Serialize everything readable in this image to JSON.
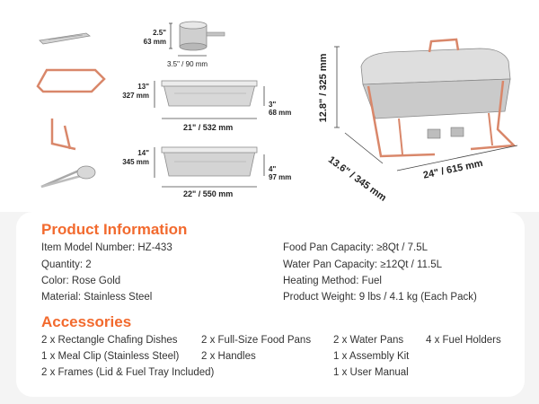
{
  "dimensions": {
    "cup": {
      "height": "2.5\"",
      "height_mm": "63 mm",
      "diameter": "3.5\" / 90 mm"
    },
    "shallow_pan": {
      "height": "13\"",
      "height_mm": "327 mm",
      "width": "21\" / 532 mm",
      "depth": "3\"",
      "depth_mm": "68 mm"
    },
    "deep_pan": {
      "height": "14\"",
      "height_mm": "345 mm",
      "width": "22\" / 550 mm",
      "depth": "4\"",
      "depth_mm": "97 mm"
    },
    "chafer": {
      "height": "12.8\" / 325 mm",
      "depth": "13.6\" / 345 mm",
      "width": "24\" / 615 mm"
    }
  },
  "product_info": {
    "title": "Product Information",
    "left": [
      "Item Model Number: HZ-433",
      "Quantity: 2",
      "Color: Rose Gold",
      "Material: Stainless Steel"
    ],
    "right": [
      "Food Pan Capacity: ≥8Qt / 7.5L",
      "Water Pan Capacity: ≥12Qt / 11.5L",
      "Heating Method: Fuel",
      "Product Weight: 9 lbs / 4.1 kg (Each Pack)"
    ]
  },
  "accessories": {
    "title": "Accessories",
    "rows": [
      [
        "2 x Rectangle Chafing Dishes",
        "2 x Full-Size Food Pans",
        "2 x Water Pans",
        "4 x Fuel Holders"
      ],
      [
        "1 x Meal Clip (Stainless Steel)",
        "2 x Handles",
        "1 x Assembly Kit"
      ],
      [
        "2 x Frames (Lid & Fuel Tray Included)",
        "1 x User Manual"
      ]
    ]
  },
  "colors": {
    "accent": "#f26a2e",
    "rose_gold": "#d9876a",
    "steel": "#c9c9c9"
  }
}
